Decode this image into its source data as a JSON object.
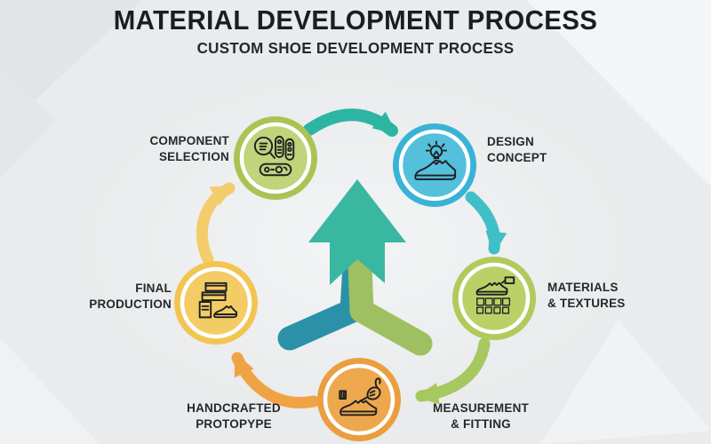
{
  "header": {
    "title": "MATERIAL DEVELOPMENT PROCESS",
    "subtitle": "CUSTOM SHOE DEVELOPMENT PROCESS"
  },
  "diagram": {
    "center_arrow": {
      "description": "large upward arrow merging from two angled legs",
      "colors": {
        "main": "#3ab7a1",
        "left_leg": "#2b91a9",
        "right_leg": "#9fc061"
      }
    },
    "nodes": [
      {
        "id": "component-selection",
        "icon": "soles-magnifier-icon",
        "color": "#aac353",
        "inner_color": "#c1d37b"
      },
      {
        "id": "design-concept",
        "icon": "sneaker-lightbulb-icon",
        "color": "#38b3d7",
        "inner_color": "#55c0dc"
      },
      {
        "id": "materials-textures",
        "icon": "sneaker-swatches-icon",
        "color": "#b2c95c",
        "inner_color": "#bcd068"
      },
      {
        "id": "handcrafted-prototype",
        "icon": "hand-stitching-shoe-icon",
        "color": "#ea9e3d",
        "inner_color": "#eda84e"
      },
      {
        "id": "final-production",
        "icon": "shoe-boxes-icon",
        "color": "#f2c553",
        "inner_color": "#f4cc65"
      }
    ],
    "labels": [
      {
        "id": "component-selection",
        "text": "COMPONENT\nSELECTION"
      },
      {
        "id": "design-concept",
        "text": "DESIGN\nCONCEPT"
      },
      {
        "id": "materials-textures",
        "text": "MATERIALS\n& TEXTURES"
      },
      {
        "id": "measurement-fitting",
        "text": "MEASUREMENT\n& FITTING"
      },
      {
        "id": "handcrafted-prototype",
        "text": "HANDCRAFTED\nPROTOPYPE"
      },
      {
        "id": "final-production",
        "text": "FINAL\nPRODUCTION"
      }
    ],
    "arrows": [
      {
        "from": "component-selection",
        "to": "design-concept",
        "color": "#2db5a3"
      },
      {
        "from": "design-concept",
        "to": "materials-textures",
        "color": "#3fc0c6"
      },
      {
        "from": "materials-textures",
        "to": "measurement-fitting",
        "color": "#a5c85f"
      },
      {
        "from": "handcrafted-prototype",
        "to": "final-production",
        "color": "#f0a345"
      },
      {
        "from": "final-production",
        "to": "component-selection",
        "color": "#f3cd6d"
      }
    ],
    "swatch_colors": [
      "#dd8a3e",
      "#5b7da0",
      "#17191b",
      "#ecebe7",
      "#f0efeb",
      "#3d8f7b",
      "#e09a4a",
      "#232730"
    ]
  }
}
